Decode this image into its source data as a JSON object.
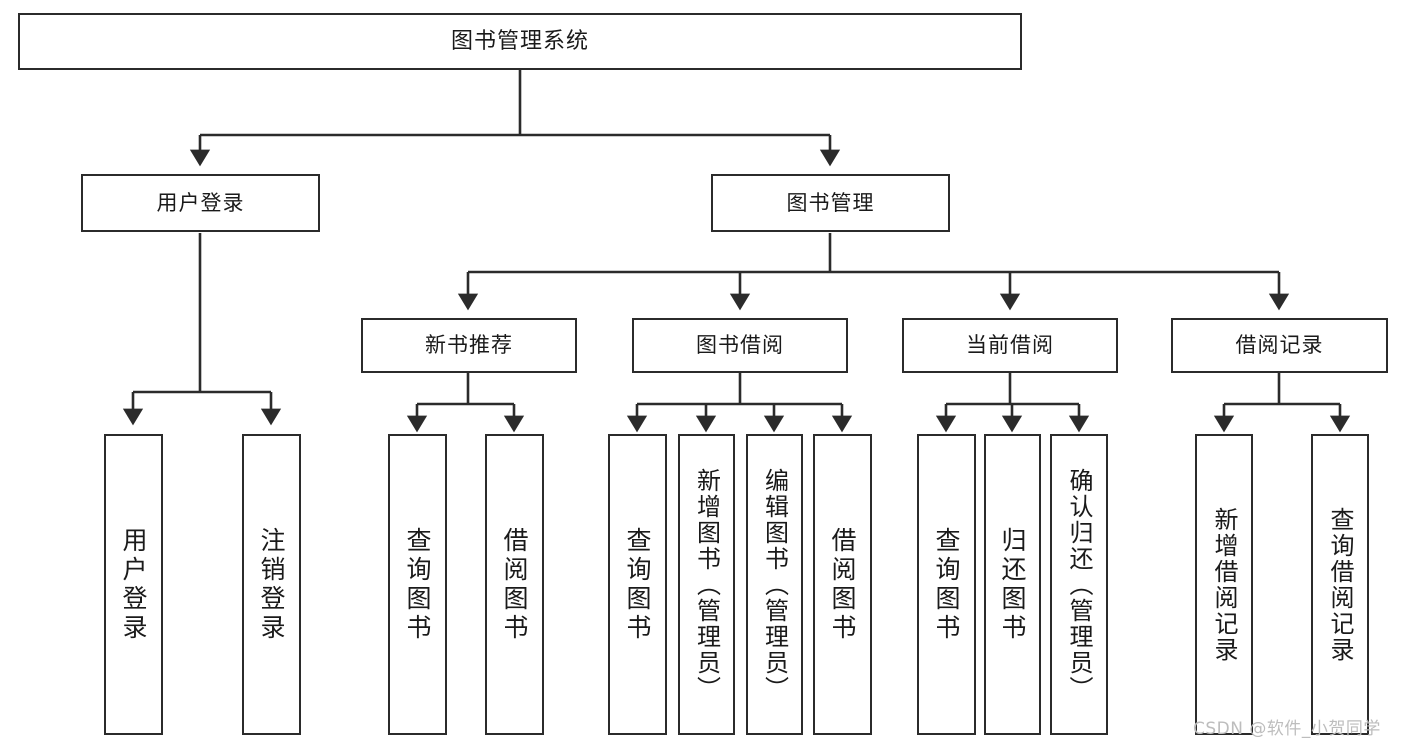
{
  "diagram": {
    "type": "tree-hierarchy",
    "title": "图书管理系统",
    "watermark": "CSDN @软件_小贺同学",
    "colors": {
      "box_border": "#2b2b2b",
      "box_fill": "#ffffff",
      "edge": "#2b2b2b",
      "text": "#1a1a1a",
      "watermark": "#bdbdbd"
    },
    "root": {
      "label": "图书管理系统"
    },
    "level1": [
      {
        "label": "用户登录"
      },
      {
        "label": "图书管理"
      }
    ],
    "level2": [
      {
        "label": "新书推荐"
      },
      {
        "label": "图书借阅"
      },
      {
        "label": "当前借阅"
      },
      {
        "label": "借阅记录"
      }
    ],
    "leaves": {
      "user_login": [
        {
          "label": "用户登录"
        },
        {
          "label": "注销登录"
        }
      ],
      "new_book_recommend": [
        {
          "label": "查询图书"
        },
        {
          "label": "借阅图书"
        }
      ],
      "book_borrow": [
        {
          "label": "查询图书"
        },
        {
          "label": "新增图书（管理员）"
        },
        {
          "label": "编辑图书（管理员）"
        },
        {
          "label": "借阅图书"
        }
      ],
      "current_borrow": [
        {
          "label": "查询图书"
        },
        {
          "label": "归还图书"
        },
        {
          "label": "确认归还（管理员）"
        }
      ],
      "borrow_records": [
        {
          "label": "新增借阅记录"
        },
        {
          "label": "查询借阅记录"
        }
      ]
    }
  }
}
